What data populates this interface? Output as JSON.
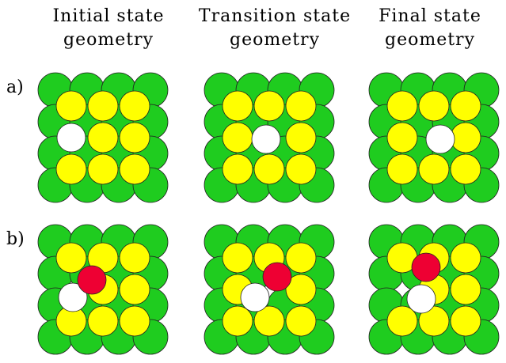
{
  "columns": [
    {
      "line1": "Initial state",
      "line2": "geometry"
    },
    {
      "line1": "Transition state",
      "line2": "geometry"
    },
    {
      "line1": "Final state",
      "line2": "geometry"
    }
  ],
  "rows": [
    {
      "label": "a)"
    },
    {
      "label": "b)"
    }
  ],
  "colors": {
    "substrate": "#1fcc1f",
    "adatom": "#ffff00",
    "vacancy": "#ffffff",
    "red_atom": "#ee0033",
    "outline": "#222222"
  }
}
